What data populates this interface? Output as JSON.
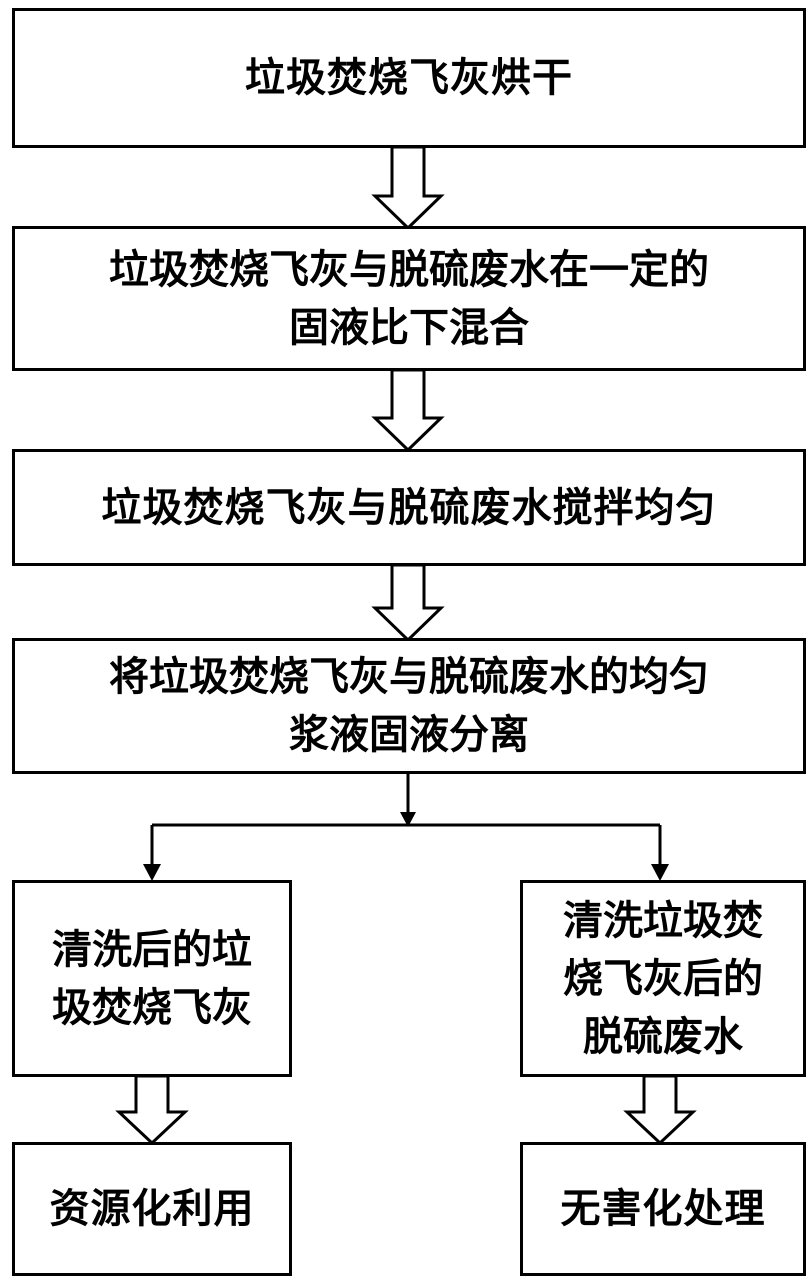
{
  "steps": {
    "s1": "垃圾焚烧飞灰烘干",
    "s2_l1": "垃圾焚烧飞灰与脱硫废水在一定的",
    "s2_l2": "固液比下混合",
    "s3": "垃圾焚烧飞灰与脱硫废水搅拌均匀",
    "s4_l1": "将垃圾焚烧飞灰与脱硫废水的均匀",
    "s4_l2": "浆液固液分离"
  },
  "left_branch": {
    "product_l1": "清洗后的垃",
    "product_l2": "圾焚烧飞灰",
    "result": "资源化利用"
  },
  "right_branch": {
    "product_l1": "清洗垃圾焚",
    "product_l2": "烧飞灰后的",
    "product_l3": "脱硫废水",
    "result": "无害化处理"
  }
}
